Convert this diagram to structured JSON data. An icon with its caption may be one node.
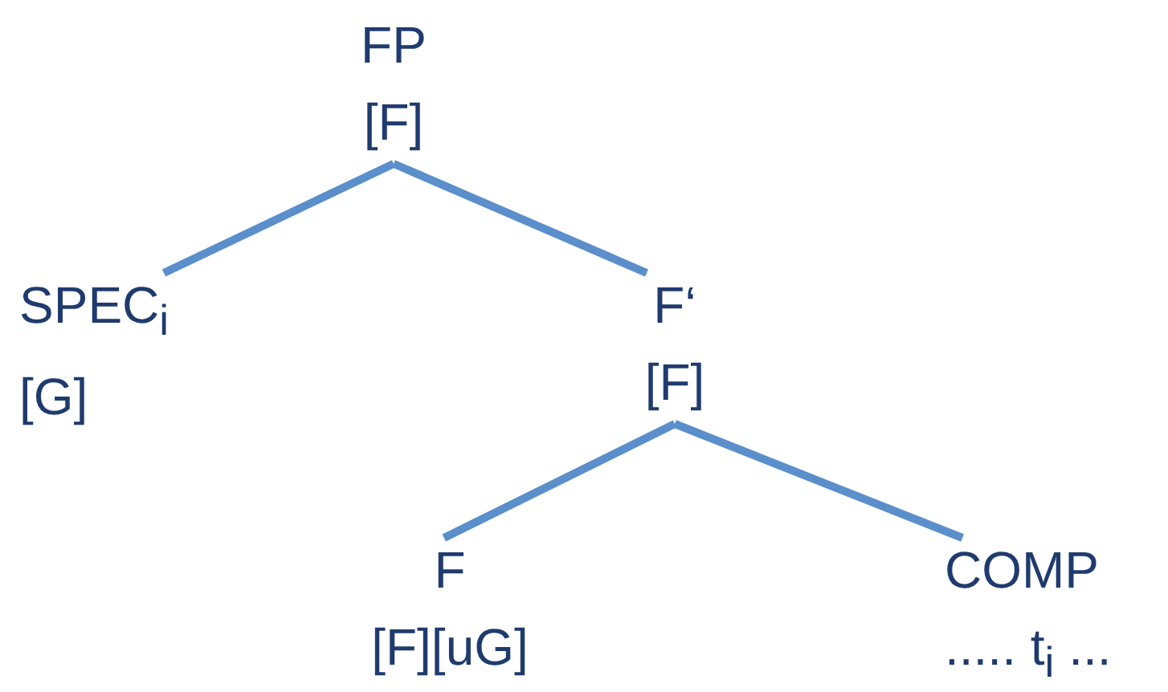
{
  "diagram": {
    "nodes": [
      {
        "text": [
          "FP",
          "[F]"
        ]
      },
      {
        "text": [
          "SPEC$_{i}$",
          "[G]"
        ]
      },
      {
        "text": [
          "F‘",
          "[F]"
        ]
      },
      {
        "text": [
          "F",
          "[F][uG]"
        ]
      },
      {
        "text": [
          "COMP",
          "..... t$_{i}$ ..."
        ]
      }
    ],
    "edges": [
      {
        "from": 0,
        "to": 1,
        "arrow": "none"
      },
      {
        "from": 0,
        "to": 2,
        "arrow": "none"
      },
      {
        "from": 2,
        "to": 3,
        "arrow": "none"
      },
      {
        "from": 2,
        "to": 4,
        "arrow": "none"
      }
    ]
  }
}
